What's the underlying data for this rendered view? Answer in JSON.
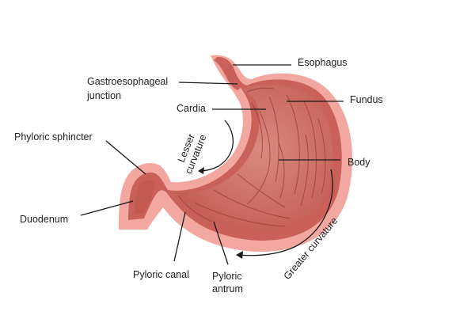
{
  "diagram": {
    "colors": {
      "outer_wall": "#f2a8a0",
      "inner_wall": "#c9605a",
      "lumen_light": "#d27b72",
      "fold": "#9a3f3a",
      "line": "#1a1a1a",
      "text": "#222222"
    },
    "labels": {
      "esophagus": "Esophagus",
      "gastroesophageal_junction_1": "Gastroesophageal",
      "gastroesophageal_junction_2": "junction",
      "cardia": "Cardia",
      "fundus": "Fundus",
      "phyloric_sphincter": "Phyloric sphincter",
      "lesser_curvature_1": "Lesser",
      "lesser_curvature_2": "curvature",
      "body": "Body",
      "duodenum": "Duodenum",
      "greater_curvature": "Greater curvature",
      "pyloric_canal": "Pyloric canal",
      "pyloric_antrum_1": "Pyloric",
      "pyloric_antrum_2": "antrum"
    }
  }
}
